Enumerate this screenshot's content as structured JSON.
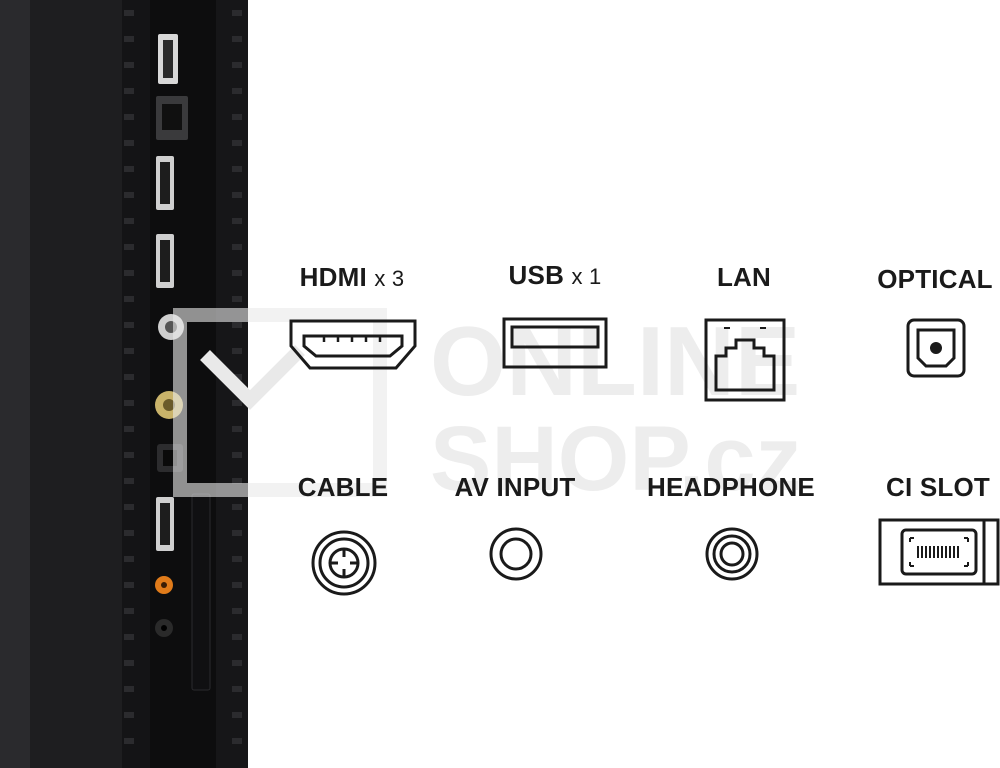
{
  "ports": [
    {
      "id": "hdmi",
      "name": "HDMI",
      "multiplier": "x 3",
      "icon": "hdmi-port-icon"
    },
    {
      "id": "usb",
      "name": "USB",
      "multiplier": "x 1",
      "icon": "usb-port-icon"
    },
    {
      "id": "lan",
      "name": "LAN",
      "multiplier": "",
      "icon": "lan-port-icon"
    },
    {
      "id": "optical",
      "name": "OPTICAL",
      "multiplier": "",
      "icon": "optical-port-icon"
    },
    {
      "id": "cable",
      "name": "CABLE",
      "multiplier": "",
      "icon": "cable-port-icon"
    },
    {
      "id": "av",
      "name": "AV INPUT",
      "multiplier": "",
      "icon": "av-input-port-icon"
    },
    {
      "id": "headphone",
      "name": "HEADPHONE",
      "multiplier": "",
      "icon": "headphone-port-icon"
    },
    {
      "id": "ci",
      "name": "CI SLOT",
      "multiplier": "",
      "icon": "ci-slot-port-icon"
    }
  ],
  "watermark": {
    "line1": "ONLINE",
    "line2": "SHOP.cz"
  },
  "colors": {
    "tv_body": "#1c1c1e",
    "label": "#1a1a1a",
    "icon_stroke": "#1a1a1a",
    "watermark": "#e9e9e9"
  }
}
